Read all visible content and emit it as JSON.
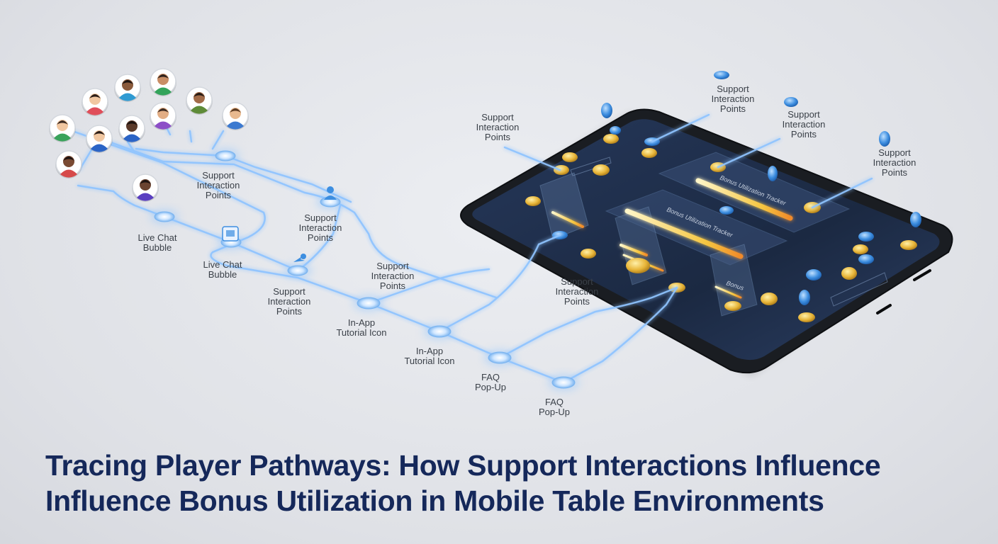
{
  "labels": {
    "support_interaction_points": "Support Interaction Points",
    "live_chat_bubble": "Live Chat Bubble",
    "in_app_tutorial_icon": "In-App Tutorial Icon",
    "faq_popup": "FAQ Pop-Up",
    "bonus_utilization_tracker_a": "Bonus Utilization Tracker",
    "bonus_utilization_tracker_b": "Bonus Utilization Tracker",
    "bonus_card": "Bonus"
  },
  "title": {
    "line1": "Tracing Player Pathways: How Support Interactions Influence",
    "line2": "Influence Bonus Utilization in Mobile Table Environments"
  },
  "colors": {
    "title": "#15285a",
    "path_glow": "#8fc4ff",
    "node": "#cfe6ff",
    "phone_screen": "#1c2a45",
    "coin": "#e8b63a",
    "blue_token": "#3d8ee0"
  },
  "avatars": [
    {
      "skin": "#f1c7a1",
      "hair": "#3a2a22",
      "shirt": "#3aa35b"
    },
    {
      "skin": "#f1c7a1",
      "hair": "#2a1d18",
      "shirt": "#e04e5a"
    },
    {
      "skin": "#8a5a3b",
      "hair": "#1d1512",
      "shirt": "#2f9ad2"
    },
    {
      "skin": "#c98e66",
      "hair": "#2d211b",
      "shirt": "#33a35a"
    },
    {
      "skin": "#a26b48",
      "hair": "#241913",
      "shirt": "#5e8b38"
    },
    {
      "skin": "#e8b98f",
      "hair": "#5a3a22",
      "shirt": "#3c7ad0"
    },
    {
      "skin": "#f1c7a1",
      "hair": "#2a1d18",
      "shirt": "#2b64c6"
    },
    {
      "skin": "#5b3a2a",
      "hair": "#1b1210",
      "shirt": "#2b64c6"
    },
    {
      "skin": "#e2ad84",
      "hair": "#3a2a22",
      "shirt": "#8c4fc7"
    },
    {
      "skin": "#7a4a32",
      "hair": "#1b1210",
      "shirt": "#d64a4a"
    },
    {
      "skin": "#6a4330",
      "hair": "#1b1210",
      "shirt": "#5a3fc0"
    }
  ]
}
